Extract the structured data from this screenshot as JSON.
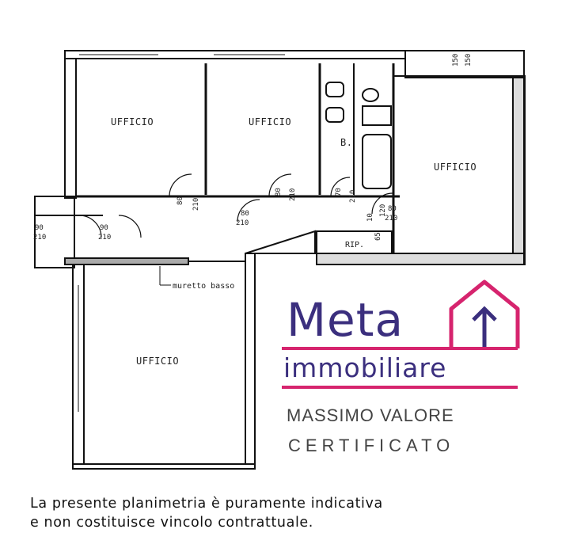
{
  "rooms": {
    "office_top_left": "UFFICIO",
    "office_top_middle": "UFFICIO",
    "office_right": "UFFICIO",
    "office_bottom": "UFFICIO",
    "bath": "B.",
    "storage": "RIP."
  },
  "dimensions": {
    "d1_w": "80",
    "d1_h": "210",
    "d2_w": "80",
    "d2_h": "210",
    "d3_w": "70",
    "d3_h": "210",
    "d4_w": "80",
    "d4_h": "210",
    "d5_w": "90",
    "d5_h": "210",
    "d6_w": "90",
    "d6_h": "210",
    "d7_w": "80",
    "d7_h": "210",
    "col_120": "120",
    "col_10": "10",
    "col_65": "65",
    "top_150a": "150",
    "top_150b": "150"
  },
  "annotations": {
    "low_wall": "muretto basso"
  },
  "logo": {
    "name": "Meta",
    "subtitle": "immobiliare",
    "tagline_1": "MASSIMO VALORE",
    "tagline_2": "CERTIFICATO",
    "colors": {
      "navy": "#3b2f7e",
      "magenta": "#d6246e",
      "gray": "#444444"
    }
  },
  "disclaimer": {
    "line1": "La presente planimetria è puramente indicativa",
    "line2": "e non costituisce vincolo contrattuale."
  }
}
